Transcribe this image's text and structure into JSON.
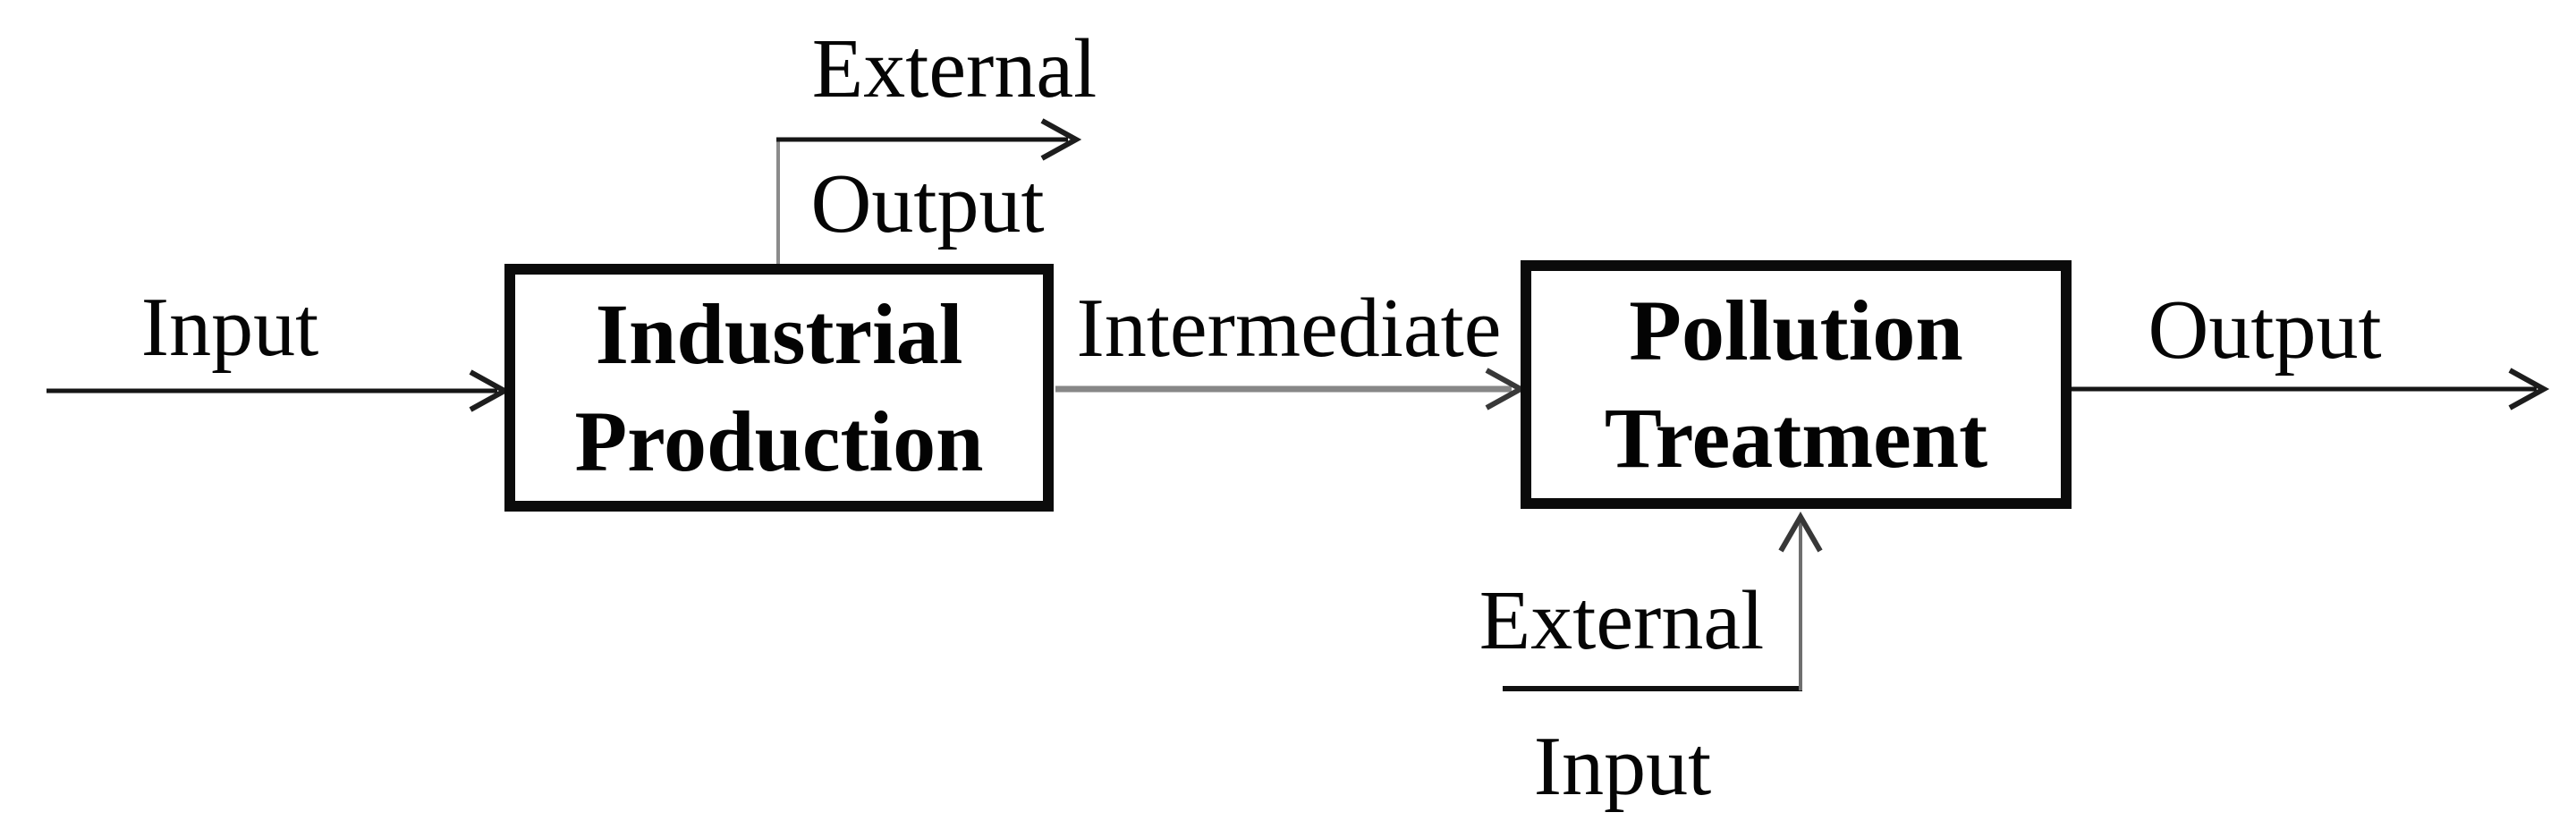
{
  "diagram": {
    "background_color": "#ffffff",
    "text_color": "#050505",
    "box_border_color": "#0b0b0b",
    "arrow_color": "#161616",
    "intermediate_arrow_color": "#878787",
    "boxes": [
      {
        "id": "industrial-production",
        "lines": [
          "Industrial",
          "Production"
        ]
      },
      {
        "id": "pollution-treatment",
        "lines": [
          "Pollution",
          "Treatment"
        ]
      }
    ],
    "labels": {
      "input": "Input",
      "external_output": [
        "External",
        "Output"
      ],
      "intermediate": "Intermediate",
      "output": "Output",
      "external_input": [
        "External",
        "Input"
      ]
    }
  }
}
